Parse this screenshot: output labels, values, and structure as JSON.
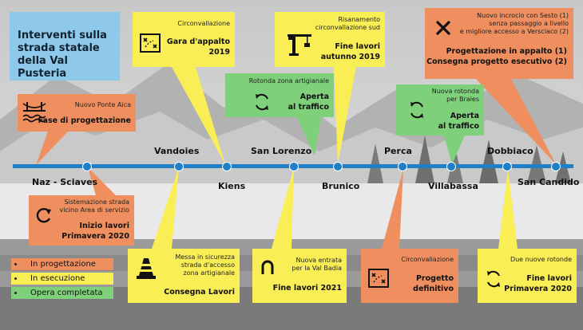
{
  "title": [
    "Interventi sulla",
    "strada statale",
    "della Val Pusteria"
  ],
  "colors": {
    "planning": "#ef8f5f",
    "execution": "#f9ee55",
    "completed": "#7fd07a",
    "timeline": "#1f7fc6",
    "title_bg": "#8ec9ec"
  },
  "places": [
    "Naz - Sciaves",
    "Vandoies",
    "Kiens",
    "San Lorenzo",
    "Brunico",
    "Perca",
    "Villabassa",
    "Dobbiaco",
    "San Candido"
  ],
  "legend": [
    "In progettazione",
    "In esecuzione",
    "Opera completata"
  ],
  "boxes": {
    "aica": {
      "sub": "Nuovo Ponte Aica",
      "main": "Fase di progettazione",
      "icon": "bridge-icon"
    },
    "sciaves": {
      "sub": [
        "Sistemazione strada",
        "vicino Area di servizio"
      ],
      "main": [
        "Inizio lavori",
        "Primavera 2020"
      ],
      "icon": "refresh-icon"
    },
    "vandoies": {
      "sub": "Circonvallazione",
      "main": [
        "Gara d'appalto",
        "2019"
      ],
      "icon": "map-icon"
    },
    "kiens": {
      "sub": [
        "Messa in sicurezza",
        "strada d'accesso",
        "zona artigianale"
      ],
      "main": "Consegna Lavori",
      "icon": "traffic-cone-icon"
    },
    "lorenzo_top": {
      "sub": "Rotonda zona artigianale",
      "main": [
        "Aperta",
        "al traffico"
      ],
      "icon": "roundabout-icon"
    },
    "badia": {
      "sub": [
        "Nuova entrata",
        "per la Val Badia"
      ],
      "main": "Fine lavori 2021",
      "icon": "u-turn-icon"
    },
    "brunico": {
      "sub": [
        "Risanamento",
        "circonvallazione sud"
      ],
      "main": [
        "Fine lavori",
        "autunno 2019"
      ],
      "icon": "crane-icon"
    },
    "perca": {
      "sub": "Circonvallazione",
      "main": [
        "Progetto",
        "definitivo"
      ],
      "icon": "map-icon"
    },
    "braies": {
      "sub": [
        "Nuova rotonda",
        "per Braies"
      ],
      "main": [
        "Aperta",
        "al traffico"
      ],
      "icon": "roundabout-icon"
    },
    "sesto": {
      "sub": [
        "Nuovo incrocio con Sesto (1)",
        "senza passaggio a livello",
        "e migliore accesso a Versciaco (2)"
      ],
      "main": [
        "Progettazione in appalto (1)",
        "Consegna progetto esecutivo (2)"
      ],
      "icon": "close-x-icon"
    },
    "dobbiaco": {
      "sub": "Due nuove rotonde",
      "main": [
        "Fine lavori",
        "Primavera 2020"
      ],
      "icon": "roundabout-icon"
    }
  }
}
